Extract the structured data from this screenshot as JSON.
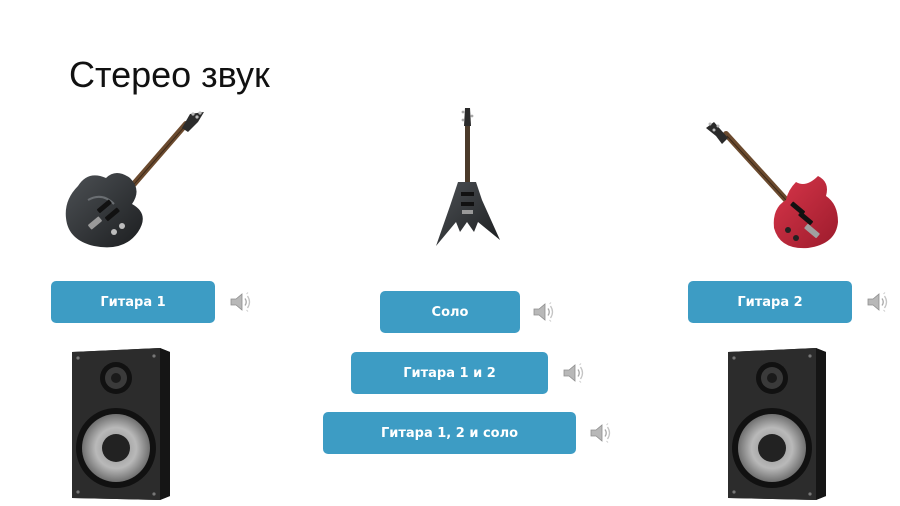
{
  "slide": {
    "title": "Стерео звук"
  },
  "buttons": {
    "guitar1": "Гитара 1",
    "solo": "Соло",
    "guitar2": "Гитара 2",
    "guitar1_and_2": "Гитара 1 и 2",
    "guitar1_2_and_solo": "Гитара 1, 2 и соло"
  },
  "icons": {
    "audio": "speaker-sound-icon",
    "guitar_left": "black-electric-guitar-icon",
    "guitar_center": "black-v-guitar-icon",
    "guitar_right": "red-electric-guitar-icon",
    "speaker_cabinet": "loudspeaker-cabinet-icon"
  },
  "colors": {
    "button": "#3d9cc4",
    "button_text": "#ffffff",
    "title": "#111111",
    "guitar_black": "#2a2d30",
    "guitar_red": "#c42a3c",
    "speaker_body": "#2b2b2b"
  }
}
